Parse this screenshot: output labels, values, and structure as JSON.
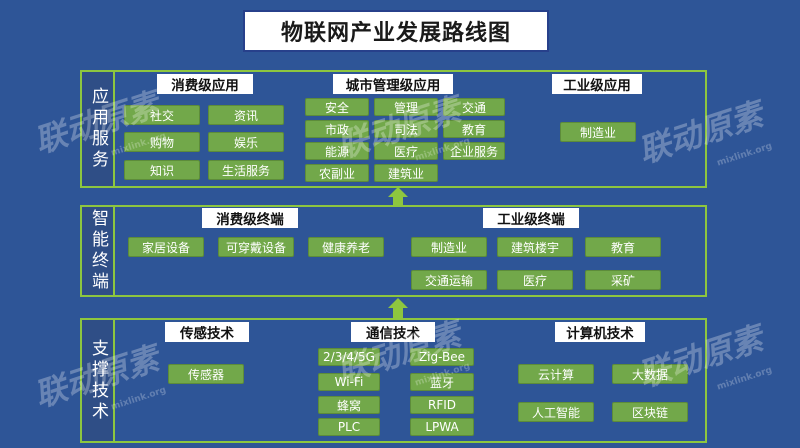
{
  "title": "物联网产业发展路线图",
  "app_layer": {
    "side_label": "应用服务",
    "consumer": {
      "heading": "消费级应用",
      "items": [
        "社交",
        "资讯",
        "购物",
        "娱乐",
        "知识",
        "生活服务"
      ]
    },
    "city": {
      "heading": "城市管理级应用",
      "items": [
        "安全",
        "管理",
        "交通",
        "市政",
        "司法",
        "教育",
        "能源",
        "医疗",
        "企业服务",
        "农副业",
        "建筑业"
      ]
    },
    "industrial": {
      "heading": "工业级应用",
      "items": [
        "制造业"
      ]
    }
  },
  "terminal_layer": {
    "side_label": "智能终端",
    "consumer": {
      "heading": "消费级终端",
      "items": [
        "家居设备",
        "可穿戴设备",
        "健康养老"
      ]
    },
    "industrial": {
      "heading": "工业级终端",
      "items": [
        "制造业",
        "建筑楼宇",
        "教育",
        "交通运输",
        "医疗",
        "采矿"
      ]
    }
  },
  "support_layer": {
    "side_label": "支撑技术",
    "sensing": {
      "heading": "传感技术",
      "items": [
        "传感器"
      ]
    },
    "comm": {
      "heading": "通信技术",
      "items": [
        "2/3/4/5G",
        "Zig-Bee",
        "Wi-Fi",
        "蓝牙",
        "蜂窝",
        "RFID",
        "PLC",
        "LPWA"
      ]
    },
    "computing": {
      "heading": "计算机技术",
      "items": [
        "云计算",
        "大数据",
        "人工智能",
        "区块链"
      ]
    }
  },
  "watermark": {
    "text": "联动原素",
    "sub": "mixlink.org"
  },
  "colors": {
    "background": "#2E5597",
    "frame": "#8DC63F",
    "chip": "#72A84A"
  }
}
